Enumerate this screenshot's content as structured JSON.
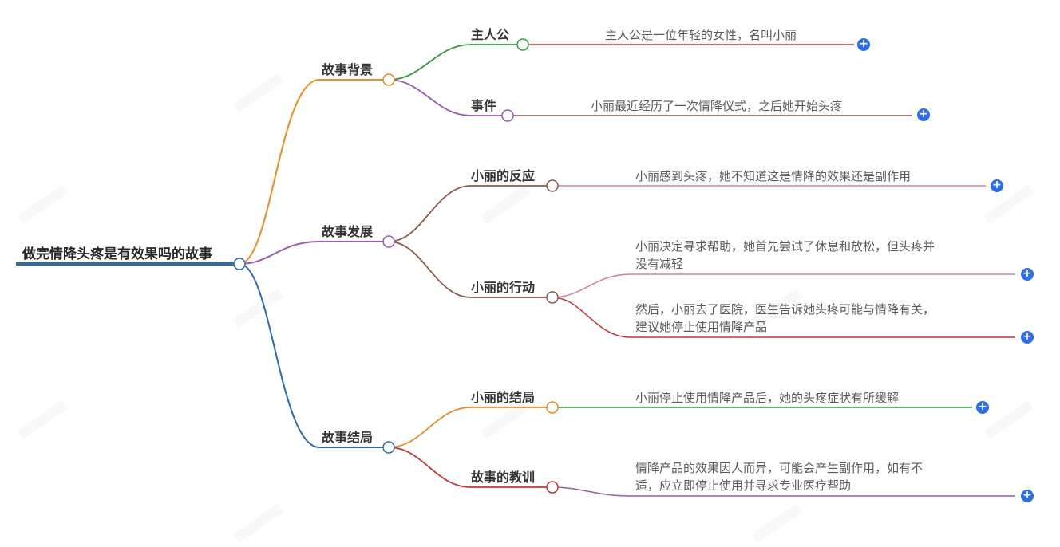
{
  "root": {
    "label": "做完情降头疼是有效果吗的故事",
    "color": "#2a6cb0"
  },
  "branches": [
    {
      "label": "故事背景",
      "color": "#f08c1e",
      "children": [
        {
          "label": "主人公",
          "color": "#2e9e36",
          "leaf_lines": [
            "主人公是一位年轻的女性，名叫小丽"
          ],
          "leaf_color": "#d23030"
        },
        {
          "label": "事件",
          "color": "#9b59b6",
          "leaf_lines": [
            "小丽最近经历了一次情降仪式，之后她开始头疼"
          ],
          "leaf_color": "#8b5a4a"
        }
      ]
    },
    {
      "label": "故事发展",
      "color": "#9b59b6",
      "children": [
        {
          "label": "小丽的反应",
          "color": "#8b5a4a",
          "leaf_lines": [
            "小丽感到头疼，她不知道这是情降的效果还是副作用"
          ],
          "leaf_color": "#e07aa8"
        },
        {
          "label": "小丽的行动",
          "color": "#8b5a4a",
          "leaves": [
            {
              "lines": [
                "小丽决定寻求帮助，她首先尝试了休息和放松，但头疼并",
                "没有减轻"
              ],
              "color": "#e07aa8"
            },
            {
              "lines": [
                "然后，小丽去了医院，医生告诉她头疼可能与情降有关，",
                "建议她停止使用情降产品"
              ],
              "color": "#d23030"
            }
          ]
        }
      ]
    },
    {
      "label": "故事结局",
      "color": "#2a6cb0",
      "children": [
        {
          "label": "小丽的结局",
          "color": "#f08c1e",
          "leaf_lines": [
            "小丽停止使用情降产品后，她的头疼症状有所缓解"
          ],
          "leaf_color": "#2e9e36"
        },
        {
          "label": "故事的教训",
          "color": "#d23030",
          "leaf_lines": [
            "情降产品的效果因人而异，可能会产生副作用，如有不",
            "适，应立即停止使用并寻求专业医疗帮助"
          ],
          "leaf_color": "#9b59b6"
        }
      ]
    }
  ],
  "expand_symbol": "+",
  "expand_color": "#2a6ef0"
}
